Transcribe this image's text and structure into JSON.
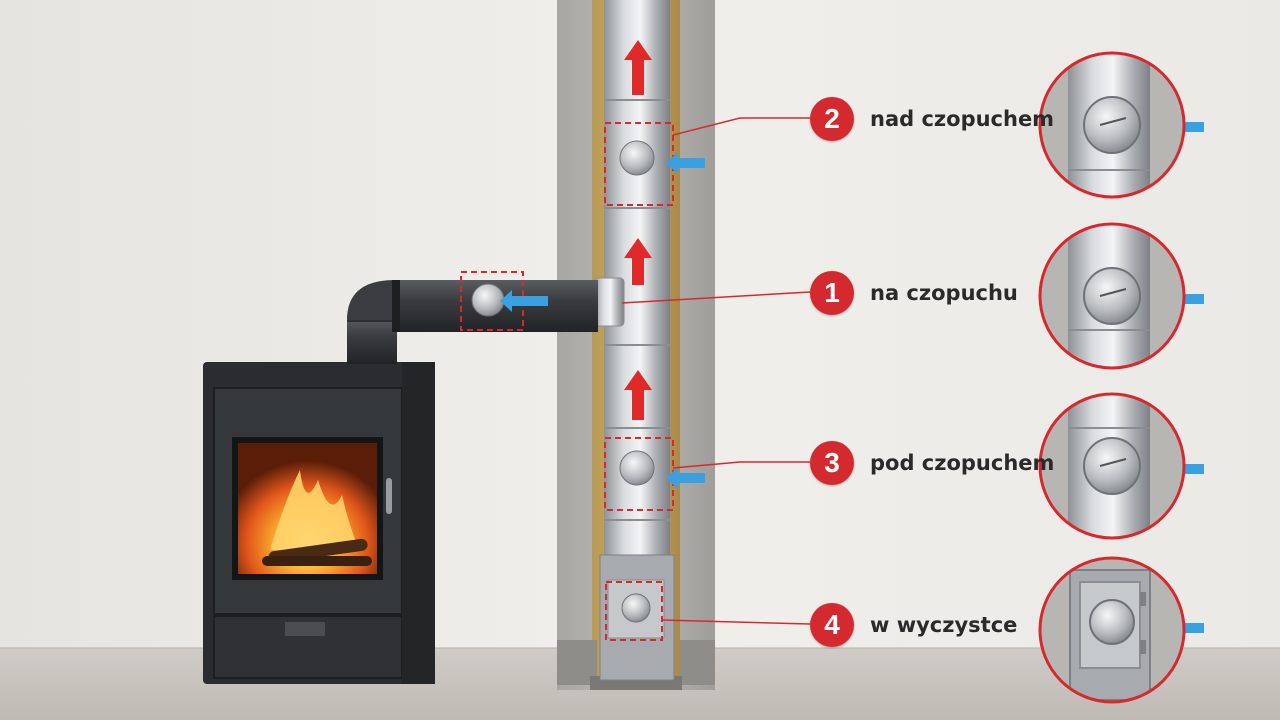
{
  "colors": {
    "accent_red": "#d42a2f",
    "airflow_blue": "#3aa0e0",
    "heat_arrow_red": "#e02a2a",
    "wall": "#eceae6",
    "stove_body": "#2e3033",
    "steel": "#b9bcbf"
  },
  "callouts": [
    {
      "number": "2",
      "label": "nad czopuchem"
    },
    {
      "number": "1",
      "label": "na czopuchu"
    },
    {
      "number": "3",
      "label": "pod czopuchem"
    },
    {
      "number": "4",
      "label": "w wyczystce"
    }
  ],
  "icons": {
    "badge": "numbered-circle",
    "airflow": "blue-arrow-icon",
    "heat": "red-up-arrow-icon",
    "valve": "air-inlet-valve-icon"
  }
}
